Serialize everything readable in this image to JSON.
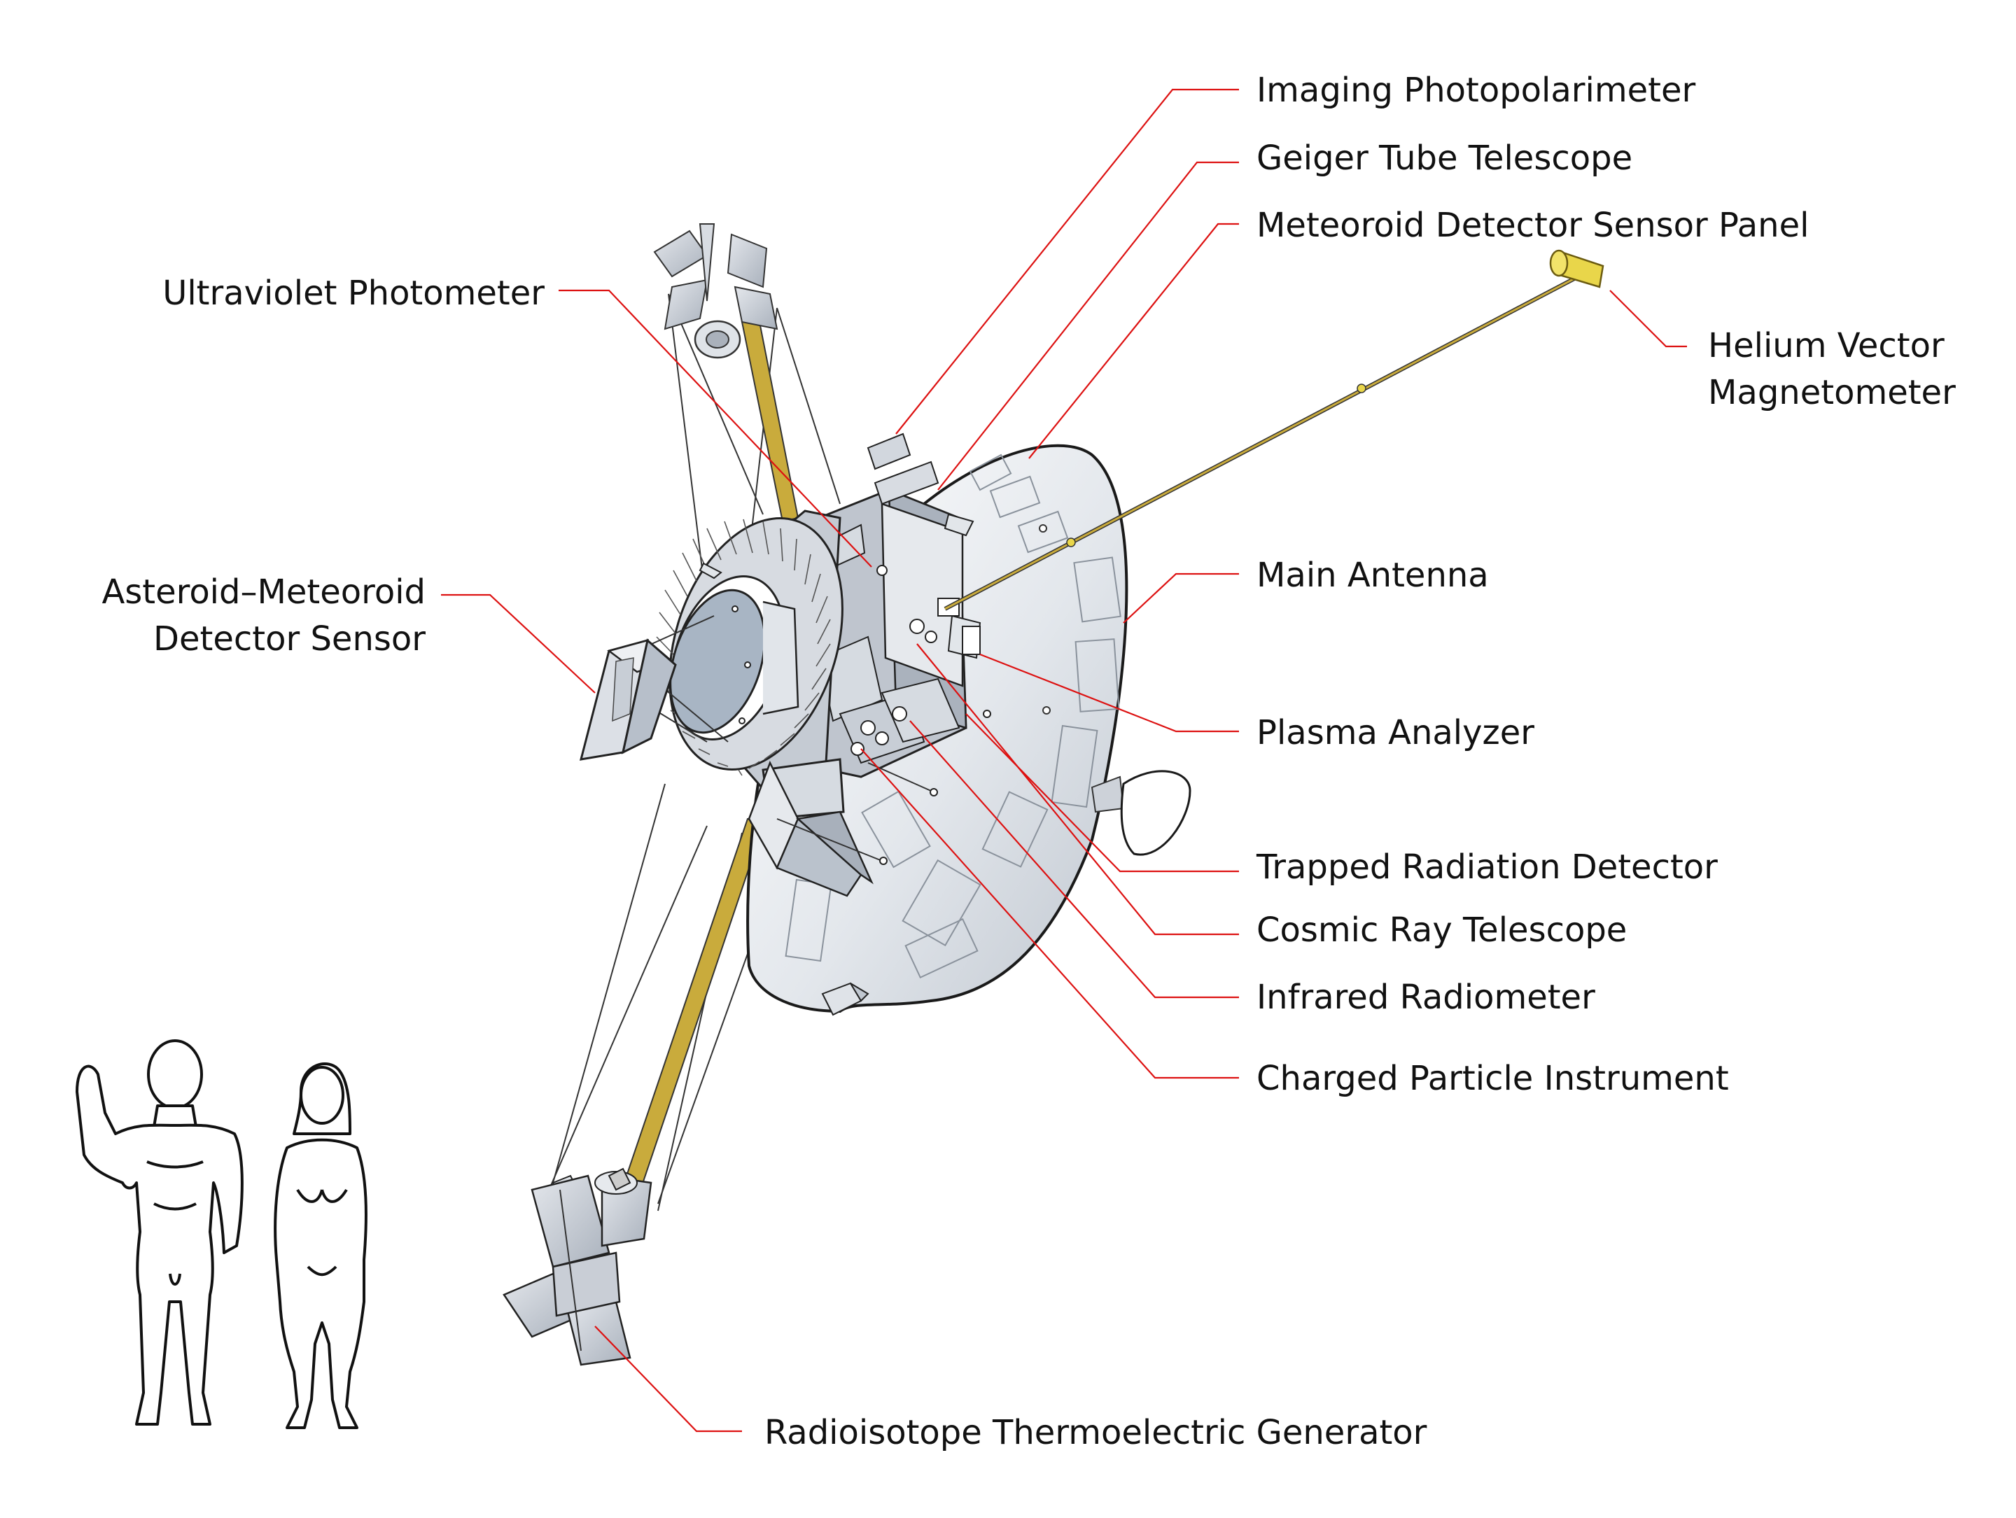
{
  "labels": {
    "imaging_photopolarimeter": "Imaging Photopolarimeter",
    "geiger_tube_telescope": "Geiger Tube Telescope",
    "meteoroid_detector_sensor_panel": "Meteoroid Detector Sensor Panel",
    "ultraviolet_photometer": "Ultraviolet Photometer",
    "helium_vector_magnetometer_line1": "Helium Vector",
    "helium_vector_magnetometer_line2": "Magnetometer",
    "asteroid_meteoroid_line1": "Asteroid–Meteoroid",
    "asteroid_meteoroid_line2": "Detector Sensor",
    "main_antenna": "Main Antenna",
    "plasma_analyzer": "Plasma Analyzer",
    "trapped_radiation_detector": "Trapped Radiation Detector",
    "cosmic_ray_telescope": "Cosmic Ray Telescope",
    "infrared_radiometer": "Infrared Radiometer",
    "charged_particle_instrument": "Charged Particle Instrument",
    "radioisotope_thermoelectric_generator": "Radioisotope Thermoelectric Generator"
  },
  "colors": {
    "leader_line": "#dd1111",
    "boom_gold": "#c9ab3c",
    "magnetometer_yellow": "#e9d64a",
    "body_fill": "#c8ccd4",
    "antenna_fill": "#e8ebef"
  }
}
